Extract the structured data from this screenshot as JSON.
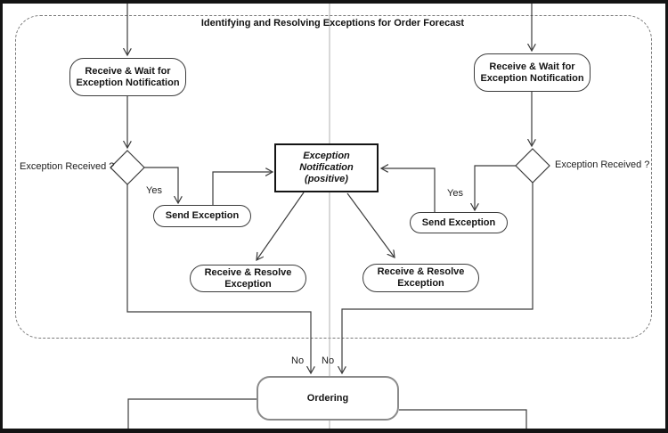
{
  "diagram": {
    "title": "Identifying and Resolving Exceptions for Order Forecast",
    "nodes": {
      "receive_wait_left": {
        "line1": "Receive & Wait for",
        "line2": "Exception Notification"
      },
      "receive_wait_right": {
        "line1": "Receive & Wait for",
        "line2": "Exception Notification"
      },
      "exception_notification": {
        "line1": "Exception Notification",
        "line2": "(positive)"
      },
      "send_exception_left": {
        "label": "Send Exception"
      },
      "send_exception_right": {
        "label": "Send Exception"
      },
      "receive_resolve_left": {
        "line1": "Receive & Resolve",
        "line2": "Exception"
      },
      "receive_resolve_right": {
        "line1": "Receive & Resolve",
        "line2": "Exception"
      },
      "ordering": {
        "label": "Ordering"
      }
    },
    "decisions": {
      "left": {
        "label": "Exception Received ?",
        "yes": "Yes",
        "no": "No"
      },
      "right": {
        "label": "Exception Received ?",
        "yes": "Yes",
        "no": "No"
      }
    },
    "colors": {
      "line": "#3c3c3c",
      "box_border": "#3c3c3c",
      "central_border": "#141414",
      "ordering_border": "#8a8a8a",
      "lane_divider": "#b0b0b0",
      "dashed_border": "#7a7a7a",
      "frame": "#141414",
      "background": "#ffffff"
    }
  }
}
